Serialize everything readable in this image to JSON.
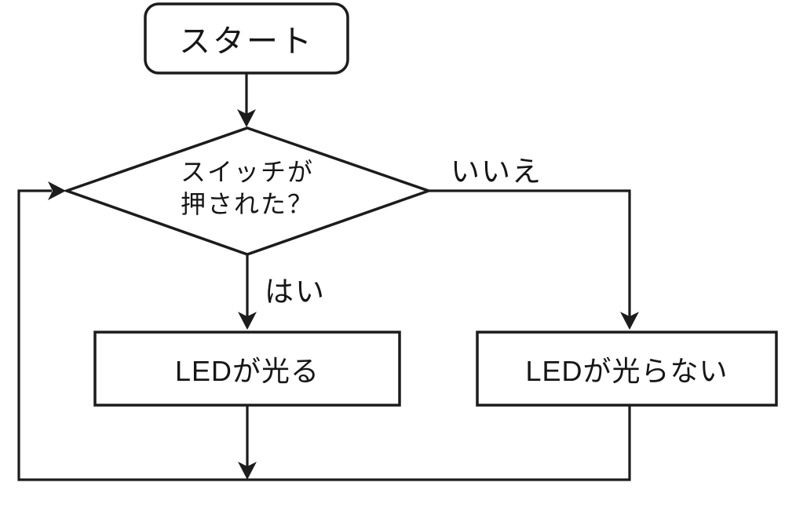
{
  "diagram": {
    "type": "flowchart",
    "colors": {
      "background": "#ffffff",
      "stroke": "#1c1c1c",
      "text": "#161616"
    },
    "nodes": {
      "start": {
        "type": "terminator",
        "label": "スタート"
      },
      "decision": {
        "type": "decision",
        "label": "スイッチが押された？",
        "line1": "スイッチが",
        "line2": "押された？"
      },
      "led_on": {
        "type": "process",
        "label": "LEDが光る"
      },
      "led_off": {
        "type": "process",
        "label": "LEDが光らない"
      }
    },
    "edge_labels": {
      "yes": "はい",
      "no": "いいえ"
    }
  }
}
